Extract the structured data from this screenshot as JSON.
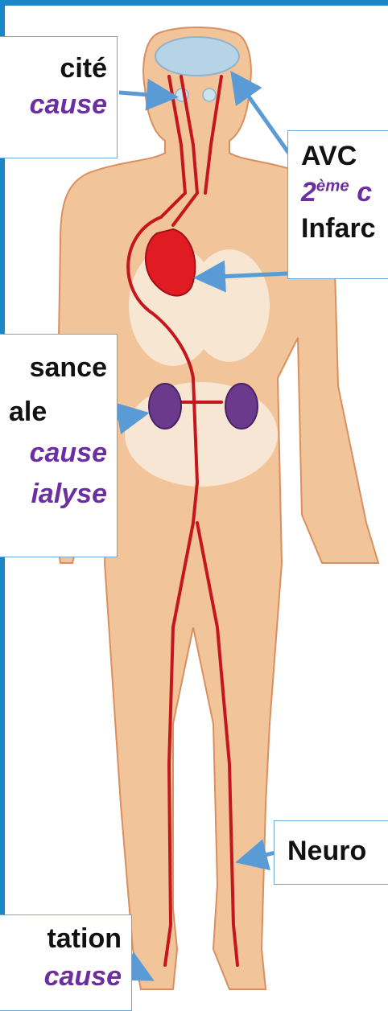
{
  "colors": {
    "frame": "#1a87c9",
    "skin": "#f2c49a",
    "artery": "#c4161c",
    "heart": "#e01b22",
    "kidney": "#6b3a8c",
    "arrow": "#5b9bd5",
    "emphasis": "#6b2fa0"
  },
  "callouts": {
    "eyes": {
      "line1": "cité",
      "line2": "cause"
    },
    "brain": {
      "line1": "AVC",
      "line2_num": "2",
      "line2_sup": "ème",
      "line2_tail": "c",
      "line3": "Infarc"
    },
    "kidney": {
      "line1": "sance",
      "line2": "ale",
      "line3": "cause",
      "line4": "ialyse"
    },
    "leg": {
      "line1": "Neuro"
    },
    "foot": {
      "line1": "tation",
      "line2": "cause"
    }
  },
  "icons": [
    "arrow-icon"
  ]
}
